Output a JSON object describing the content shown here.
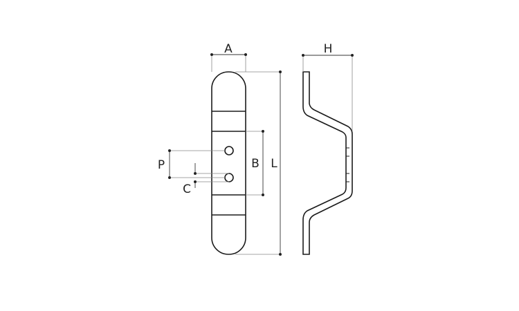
{
  "labels": {
    "A": "A",
    "H": "H",
    "L": "L",
    "B": "B",
    "P": "P",
    "C": "C"
  },
  "colors": {
    "outline": "#1a1a1a",
    "dimension": "#888888"
  }
}
